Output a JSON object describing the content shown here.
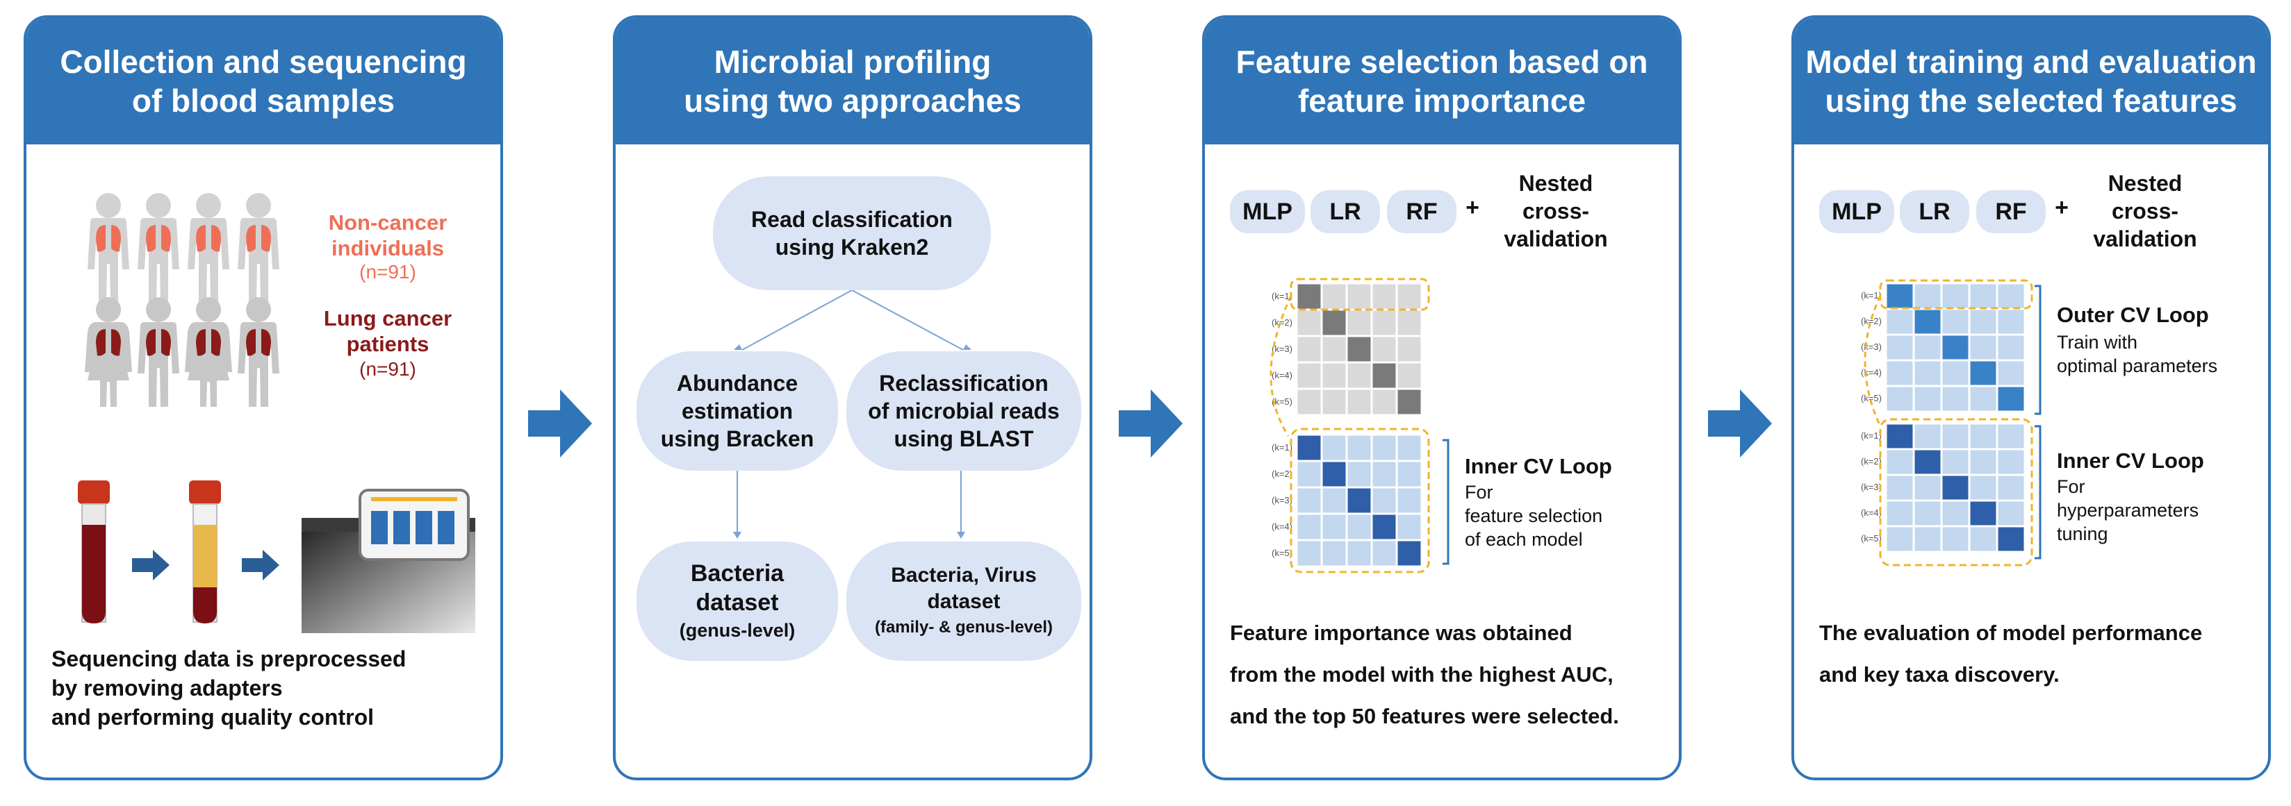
{
  "colors": {
    "primary_blue": "#2f75b8",
    "bubble_bg": "#dbe4f4",
    "noncancer_color": "#ee6f57",
    "cancer_color": "#8b1a1a",
    "matrix_dark": "#2f5fa8",
    "matrix_light": "#c3d7ee",
    "matrix_highlight": "#3a82c8",
    "dash_orange": "#f0b429"
  },
  "icons": {
    "step_arrow": "right-arrow-icon",
    "people": "person-silhouette-icon",
    "tube": "blood-tube-icon",
    "sequencer": "sequencer-machine-icon"
  },
  "panel1": {
    "title": "Collection and sequencing\nof blood samples",
    "noncancer_label": "Non-cancer\nindividuals",
    "noncancer_n": "(n=91)",
    "cancer_label": "Lung cancer\npatients",
    "cancer_n": "(n=91)",
    "description": "Sequencing data is preprocessed\nby removing adapters\nand performing quality control"
  },
  "panel2": {
    "title": "Microbial profiling\nusing two approaches",
    "read_classification": "Read classification\nusing Kraken2",
    "abundance": "Abundance\nestimation\nusing Bracken",
    "reclassification": "Reclassification\nof microbial reads\nusing BLAST",
    "bacteria_title": "Bacteria\ndataset",
    "bacteria_sub": "(genus-level)",
    "bv_title": "Bacteria, Virus\ndataset",
    "bv_sub": "(family- & genus-level)"
  },
  "panel3": {
    "title": "Feature selection based on\nfeature importance",
    "models": [
      "MLP",
      "LR",
      "RF"
    ],
    "plus": "+",
    "nested": "Nested\ncross-\nvalidation",
    "k_labels": [
      "(k=1)",
      "(k=2)",
      "(k=3)",
      "(k=4)",
      "(k=5)"
    ],
    "inner_title": "Inner CV Loop",
    "inner_desc": "For\nfeature selection\nof each model",
    "description": "Feature importance was obtained\nfrom the model with the highest AUC,\nand the top 50 features were selected."
  },
  "panel4": {
    "title": "Model training and evaluation\nusing the selected features",
    "models": [
      "MLP",
      "LR",
      "RF"
    ],
    "plus": "+",
    "nested": "Nested\ncross-\nvalidation",
    "k_labels": [
      "(k=1)",
      "(k=2)",
      "(k=3)",
      "(k=4)",
      "(k=5)"
    ],
    "outer_title": "Outer CV Loop",
    "outer_desc": "Train with\noptimal parameters",
    "inner_title": "Inner CV Loop",
    "inner_desc": "For\nhyperparameters\ntuning",
    "description": "The evaluation of model performance\nand key taxa discovery."
  }
}
